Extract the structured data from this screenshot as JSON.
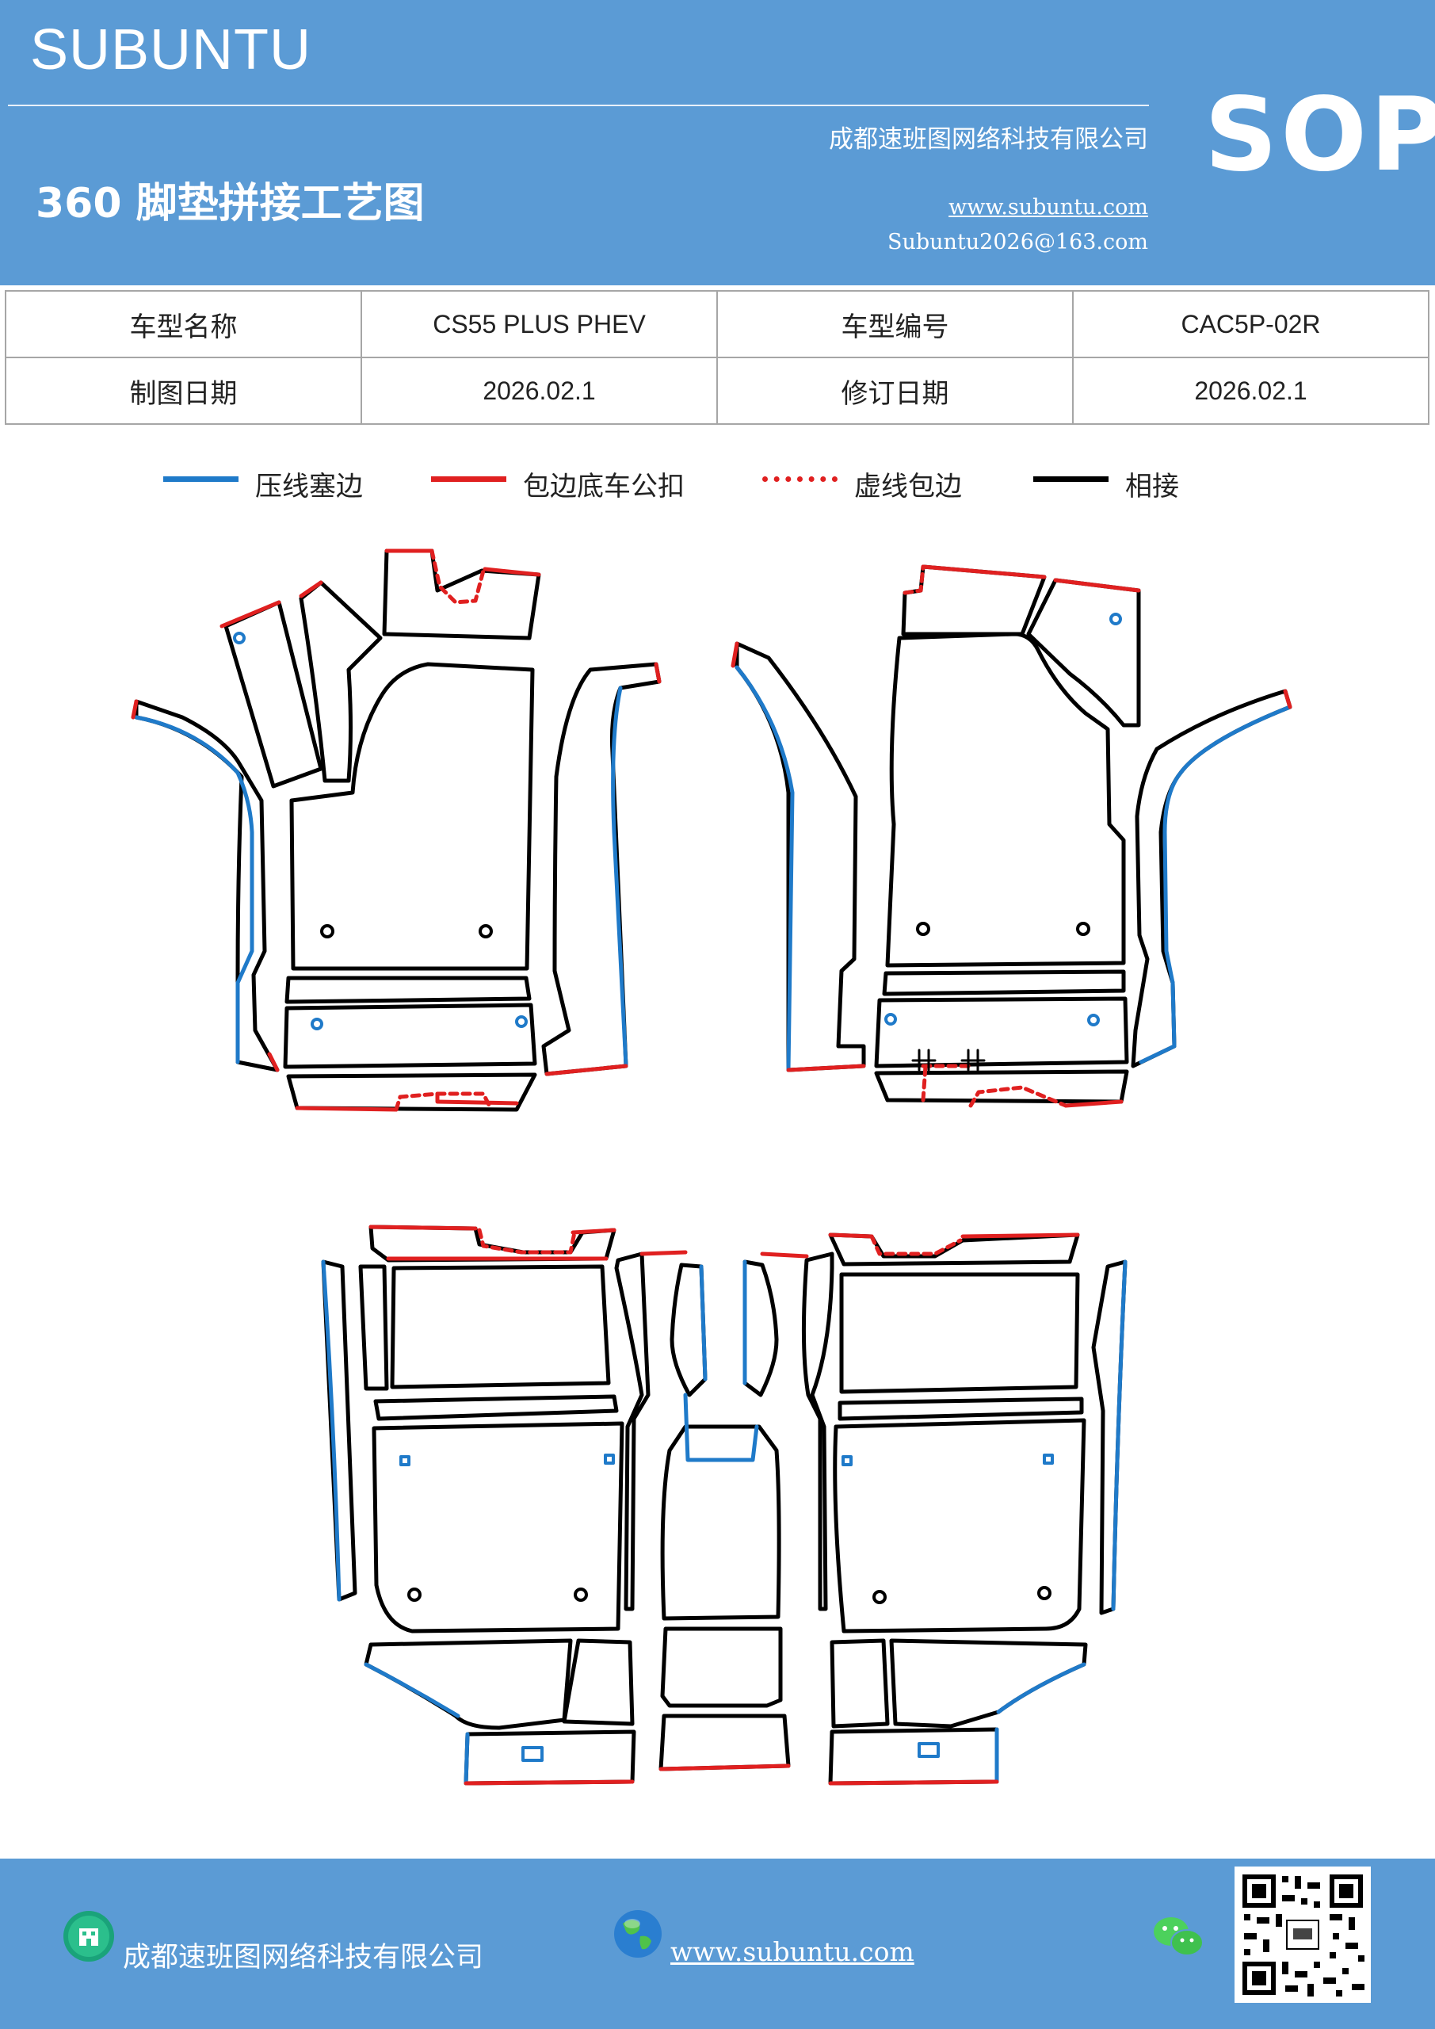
{
  "header": {
    "brand": "SUBUNTU",
    "company": "成都速班图网络科技有限公司",
    "title": "360 脚垫拼接工艺图",
    "url": "www.subuntu.com",
    "email": "Subuntu2026@163.com",
    "badge": "SOP",
    "background_color": "#5b9bd5"
  },
  "info_table": {
    "rows": [
      [
        "车型名称",
        "CS55  PLUS  PHEV",
        "车型编号",
        "CAC5P-02R"
      ],
      [
        "制图日期",
        "2026.02.1",
        "修订日期",
        "2026.02.1"
      ]
    ]
  },
  "legend": [
    {
      "label": "压线塞边",
      "color": "#1f7ac9",
      "style": "solid"
    },
    {
      "label": "包边底车公扣",
      "color": "#e02020",
      "style": "solid"
    },
    {
      "label": "虚线包边",
      "color": "#e02020",
      "style": "dotted"
    },
    {
      "label": "相接",
      "color": "#000000",
      "style": "solid"
    }
  ],
  "footer": {
    "company": "成都速班图网络科技有限公司",
    "url": "www.subuntu.com ",
    "icons": [
      "building-icon",
      "globe-icon",
      "wechat-icon",
      "qr-code"
    ]
  }
}
